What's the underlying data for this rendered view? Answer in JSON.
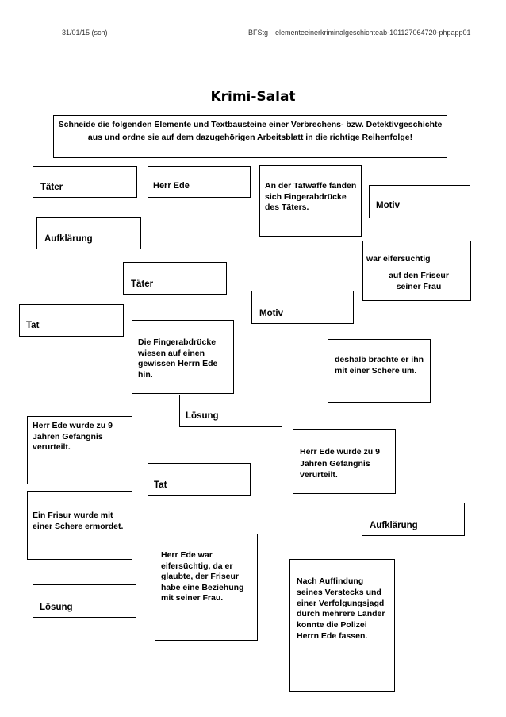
{
  "header": {
    "date": "31/01/15 (sch)",
    "org": "BFStg",
    "file": "elementeeinerkriminalgeschichteab-101127064720-phpapp01"
  },
  "title": "Krimi-Salat",
  "instruction": "Schneide die folgenden Elemente und Textbausteine einer Verbrechens- bzw. Detektivgeschichte aus und ordne sie auf dem dazugehörigen Arbeitsblatt in die richtige Reihenfolge!",
  "cards": {
    "taeter_1": "Täter",
    "herr_ede": "Herr Ede",
    "tatwaffe": "An der Tatwaffe fanden sich Fingerabdrücke des Täters.",
    "motiv_1": "Motiv",
    "aufklaerung_1": "Aufklärung",
    "eifersuechtig_line1": "war eifersüchtig",
    "eifersuechtig_line2": "auf den Friseur seiner Frau",
    "taeter_2": "Täter",
    "motiv_2": "Motiv",
    "tat_1": "Tat",
    "fingerabdruecke": "Die Fingerabdrücke wiesen auf einen gewissen Herrn Ede hin.",
    "schere": "deshalb brachte er ihn mit einer Schere um.",
    "loesung_1": "Lösung",
    "verurteilt_1": "Herr Ede wurde zu 9 Jahren Gefängnis verurteilt.",
    "verurteilt_2": "Herr Ede wurde zu 9 Jahren Gefängnis verurteilt.",
    "tat_2": "Tat",
    "frisur": "Ein Frisur wurde mit einer Schere ermordet.",
    "aufklaerung_2": "Aufklärung",
    "beziehung": "Herr Ede war eifersüchtig, da er glaubte, der Friseur habe eine Beziehung mit seiner Frau.",
    "loesung_2": "Lösung",
    "verfolgung": "Nach Auffindung seines Verstecks und einer Verfolgungsjagd durch mehrere Länder konnte die Polizei Herrn Ede fassen."
  }
}
